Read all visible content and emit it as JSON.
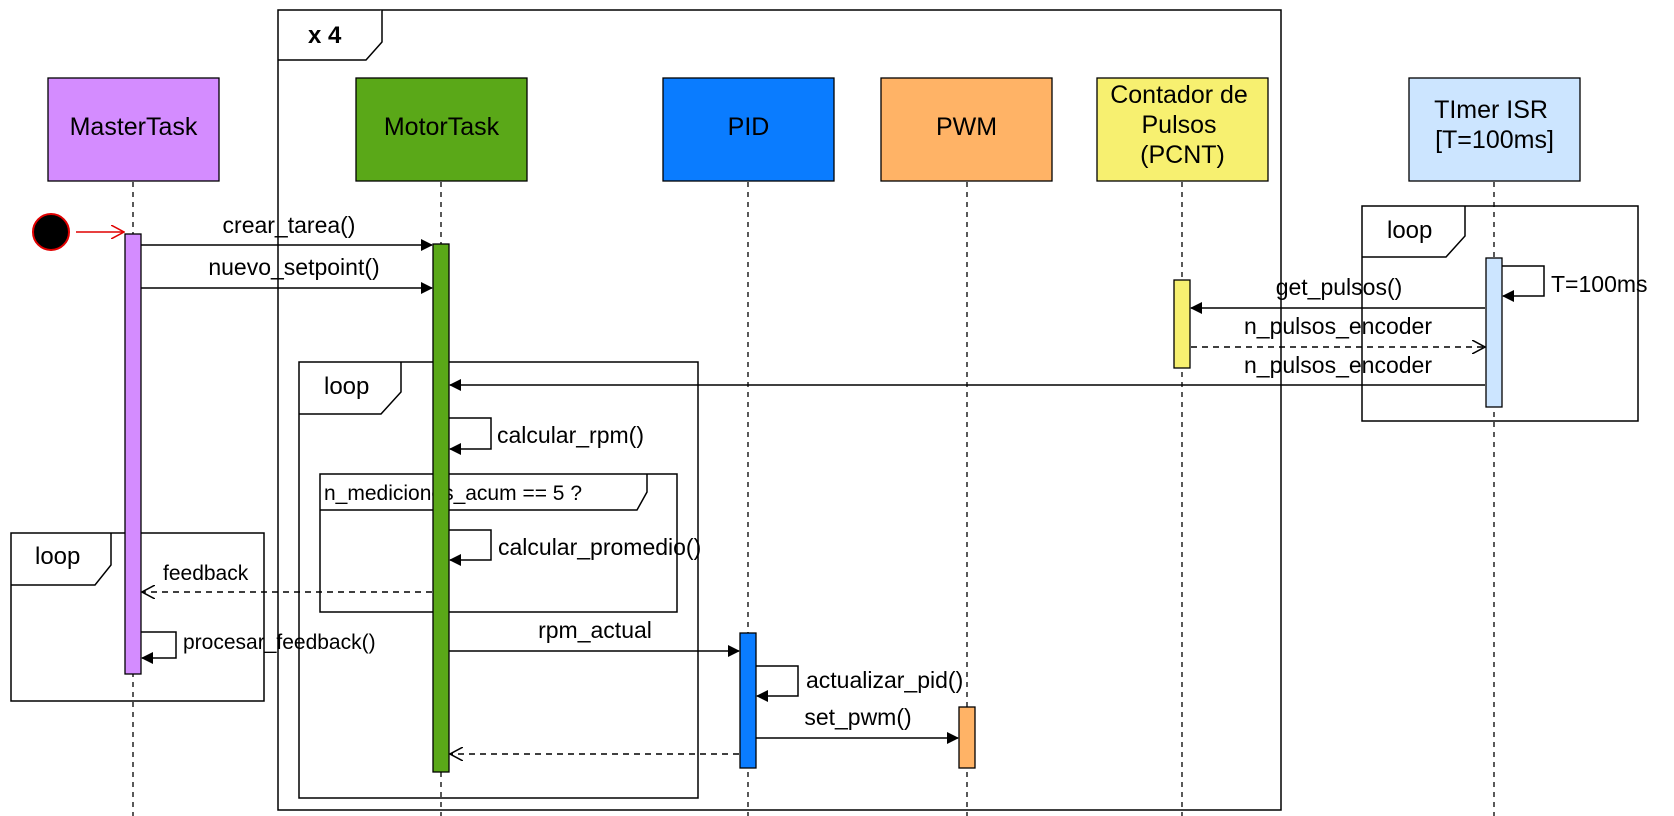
{
  "participants": [
    {
      "id": "master",
      "label": [
        "MasterTask"
      ],
      "fill": "#d48cff"
    },
    {
      "id": "motor",
      "label": [
        "MotorTask"
      ],
      "fill": "#5aa818"
    },
    {
      "id": "pid",
      "label": [
        "PID"
      ],
      "fill": "#0a7cff"
    },
    {
      "id": "pwm",
      "label": [
        "PWM"
      ],
      "fill": "#ffb366"
    },
    {
      "id": "pcnt",
      "label": [
        "Contador de",
        "Pulsos",
        "(PCNT)"
      ],
      "fill": "#f7f070"
    },
    {
      "id": "timer",
      "label": [
        "TImer ISR",
        "[T=100ms]"
      ],
      "fill": "#cce5ff"
    }
  ],
  "frames": {
    "outer": "x 4",
    "motor_loop": "loop",
    "condition": "n_mediciones_acum == 5 ?",
    "master_loop": "loop",
    "timer_loop": "loop"
  },
  "messages": {
    "crear_tarea": "crear_tarea()",
    "nuevo_setpoint": "nuevo_setpoint()",
    "get_pulsos": "get_pulsos()",
    "t100": "T=100ms",
    "n_pulsos_reply": "n_pulsos_encoder",
    "n_pulsos_motor": "n_pulsos_encoder",
    "calcular_rpm": "calcular_rpm()",
    "calcular_promedio": "calcular_promedio()",
    "feedback": "feedback",
    "procesar_feedback": "procesar_feedback()",
    "rpm_actual": "rpm_actual",
    "actualizar_pid": "actualizar_pid()",
    "set_pwm": "set_pwm()"
  },
  "colors": {
    "start_node": "#000000",
    "start_border": "#e00000",
    "start_arrow": "#e00000"
  }
}
